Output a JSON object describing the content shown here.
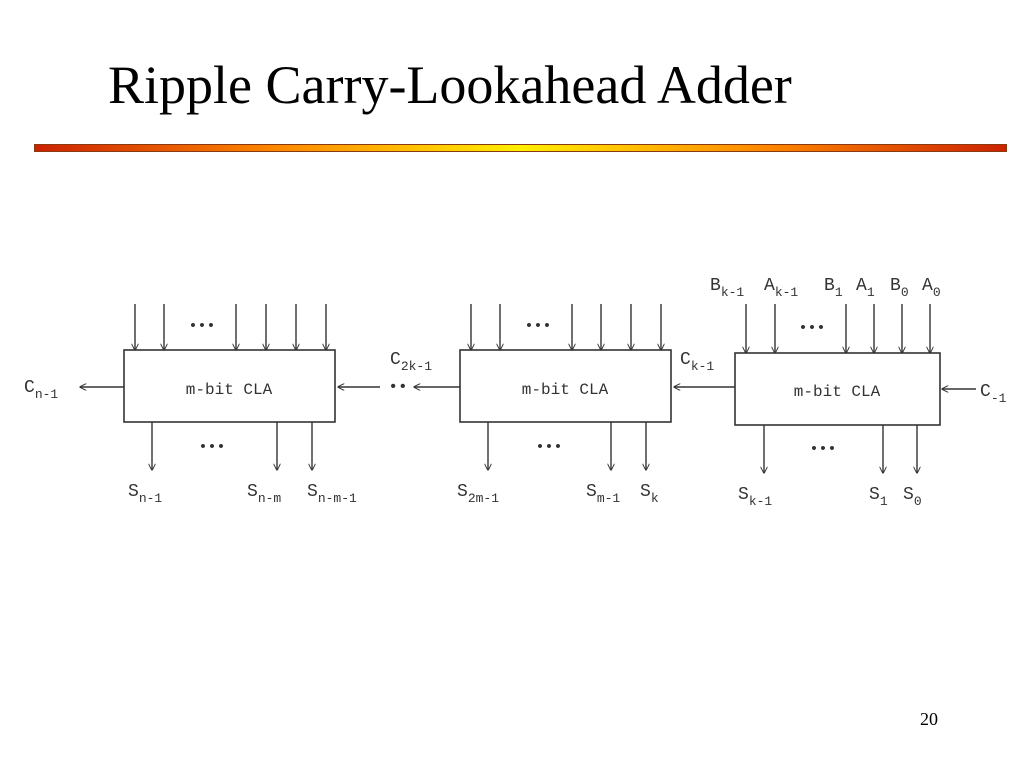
{
  "slide": {
    "title": "Ripple Carry-Lookahead Adder",
    "page_number": "20",
    "rule_gradient": [
      "#cc2200",
      "#ff8800",
      "#ffee00",
      "#ff8800",
      "#cc2200"
    ]
  },
  "diagram": {
    "blocks": [
      {
        "label": "m-bit CLA",
        "carry_out": {
          "main": "C",
          "sub": "n-1"
        },
        "outputs": [
          {
            "main": "S",
            "sub": "n-1"
          },
          {
            "main": "S",
            "sub": "n-m"
          },
          {
            "main": "S",
            "sub": "n-m-1"
          }
        ]
      },
      {
        "label": "m-bit CLA",
        "carry_out": {
          "main": "C",
          "sub": "2k-1"
        },
        "outputs": [
          {
            "main": "S",
            "sub": "2m-1"
          },
          {
            "main": "S",
            "sub": "m-1"
          },
          {
            "main": "S",
            "sub": "k"
          }
        ]
      },
      {
        "label": "m-bit CLA",
        "carry_out": {
          "main": "C",
          "sub": "k-1"
        },
        "carry_in": {
          "main": "C",
          "sub": "-1"
        },
        "inputs": [
          {
            "main": "B",
            "sub": "k-1"
          },
          {
            "main": "A",
            "sub": "k-1"
          },
          {
            "main": "B",
            "sub": "1"
          },
          {
            "main": "A",
            "sub": "1"
          },
          {
            "main": "B",
            "sub": "0"
          },
          {
            "main": "A",
            "sub": "0"
          }
        ],
        "outputs": [
          {
            "main": "S",
            "sub": "k-1"
          },
          {
            "main": "S",
            "sub": "1"
          },
          {
            "main": "S",
            "sub": "0"
          }
        ]
      }
    ],
    "ellipsis": "•••"
  }
}
